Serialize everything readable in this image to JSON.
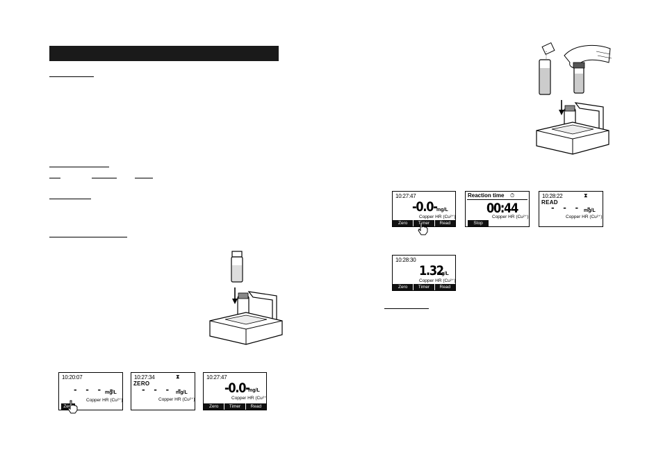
{
  "screens": {
    "zero_1": {
      "time": "10:20:07",
      "dashes": "- - - -",
      "unit": "mg/L",
      "parameter": "Copper HR (Cu²⁺)",
      "softkey": "Zero"
    },
    "zero_2": {
      "time": "10:27:34",
      "status": "ZERO",
      "dashes": "- - - -",
      "unit": "mg/L",
      "parameter": "Copper HR (Cu²⁺)"
    },
    "zero_3": {
      "time": "10:27:47",
      "value": "-0.0-",
      "unit": "mg/L",
      "parameter": "Copper HR (Cu²⁺)",
      "softkeys": [
        "Zero",
        "Timer",
        "Read"
      ]
    },
    "timer_1": {
      "time": "10:27:47",
      "value": "-0.0-",
      "unit": "mg/L",
      "parameter": "Copper HR (Cu²⁺)",
      "softkeys": [
        "Zero",
        "Timer",
        "Read"
      ]
    },
    "timer_2": {
      "title": "Reaction time",
      "timer": "00:44",
      "parameter": "Copper HR (Cu²⁺)",
      "softkey": "Stop"
    },
    "read_1": {
      "time": "10:28:22",
      "status": "READ",
      "dashes": "- - - -",
      "unit": "mg/L",
      "parameter": "Copper HR (Cu²⁺)"
    },
    "result": {
      "time": "10:28:30",
      "value": "1.32",
      "unit": "mg/L",
      "parameter": "Copper HR (Cu²⁺)",
      "softkeys": [
        "Zero",
        "Timer",
        "Read"
      ]
    }
  },
  "icons": [
    "hourglass-icon",
    "stopwatch-icon",
    "pointer-hand-icon",
    "down-arrow-icon"
  ],
  "colors": {
    "ink": "#000000",
    "softkey_bg": "#111111",
    "title_bar": "#1a1a1a"
  }
}
